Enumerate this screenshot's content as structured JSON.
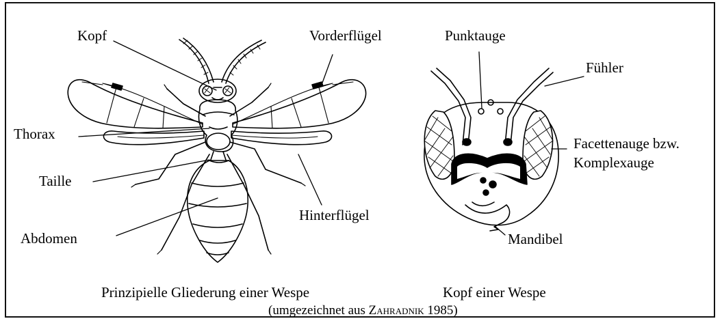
{
  "labels": {
    "kopf": "Kopf",
    "vorderfluegel": "Vorderflügel",
    "thorax": "Thorax",
    "taille": "Taille",
    "abdomen": "Abdomen",
    "hinterfluegel": "Hinterflügel",
    "punktauge": "Punktauge",
    "fuehler": "Fühler",
    "facettenauge_1": "Facettenauge bzw.",
    "facettenauge_2": "Komplexauge",
    "mandibel": "Mandibel"
  },
  "captions": {
    "left": "Prinzipielle Gliederung einer Wespe",
    "right": "Kopf einer Wespe",
    "source_prefix": "(umgezeichnet aus ",
    "source_author": "Zahradnik",
    "source_suffix": " 1985)"
  }
}
